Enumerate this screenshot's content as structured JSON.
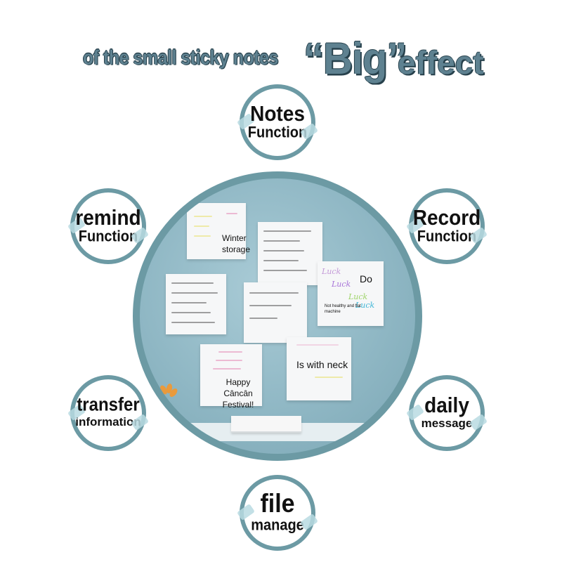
{
  "header": {
    "small_text": "of the small sticky notes",
    "big_text": "“Big”",
    "effect_text": "effect"
  },
  "badges": {
    "notes": {
      "line1": "Notes",
      "line2": "Function"
    },
    "remind": {
      "line1": "remind",
      "line2": "Function"
    },
    "record": {
      "line1": "Record",
      "line2": "Function"
    },
    "transfer": {
      "line1": "transfer",
      "line2": "information"
    },
    "daily": {
      "line1": "daily",
      "line2": "message"
    },
    "file": {
      "line1": "file",
      "line2": "manage"
    }
  },
  "notes": {
    "winter": "Winter storage",
    "do": "Do",
    "healthy": "Not healthy and flat machine",
    "neck": "Is with neck",
    "festival": "Happy Câncân Festival!",
    "luck": "Luck"
  },
  "colors": {
    "accent": "#6c9aa4",
    "title": "#5e8190",
    "photo_bg": "#8fb7c4"
  }
}
